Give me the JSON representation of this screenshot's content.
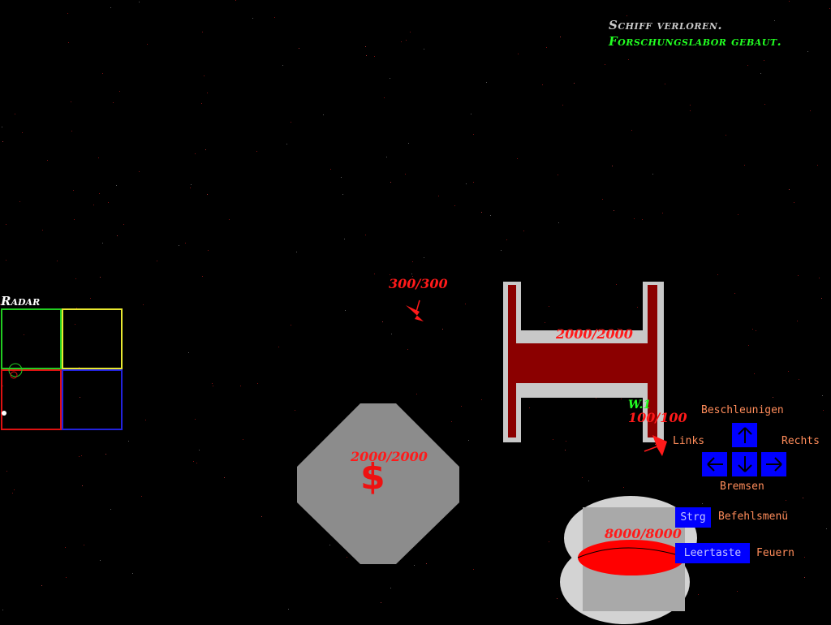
{
  "messages": [
    {
      "text": "Schiff verloren.",
      "color": "#c8c8c8"
    },
    {
      "text": "Forschungslabor gebaut.",
      "color": "#22ff22"
    }
  ],
  "radar": {
    "title": "Radar",
    "quadrant_colors": [
      "#22cc22",
      "#e8e830",
      "#dd1111",
      "#2222dd"
    ]
  },
  "units": {
    "fighter": {
      "hp": "300/300",
      "color": "#ff1a1a"
    },
    "research_lab": {
      "hp": "2000/2000",
      "fill": "#8b0000",
      "frame": "#c8c8c8"
    },
    "trade_station": {
      "hp": "2000/2000",
      "symbol": "$",
      "fill": "#8c8c8c"
    },
    "player_ship": {
      "hp": "100/100",
      "tag": "W.1",
      "tag_color": "#22ff22"
    },
    "shipyard": {
      "hp": "8000/8000",
      "light": "#d3d3d3",
      "dark": "#a9a9a9",
      "core": "#ff0000"
    }
  },
  "controls": {
    "accelerate": "Beschleunigen",
    "left": "Links",
    "right": "Rechts",
    "brake": "Bremsen",
    "up_icon": "arrow-up-icon",
    "down_icon": "arrow-down-icon",
    "left_icon": "arrow-left-icon",
    "right_icon": "arrow-right-icon",
    "ctrl_key": "Strg",
    "ctrl_action": "Befehlsmenü",
    "space_key": "Leertaste",
    "space_action": "Feuern",
    "key_color": "#0000ff",
    "label_color": "#ff8c5a"
  }
}
